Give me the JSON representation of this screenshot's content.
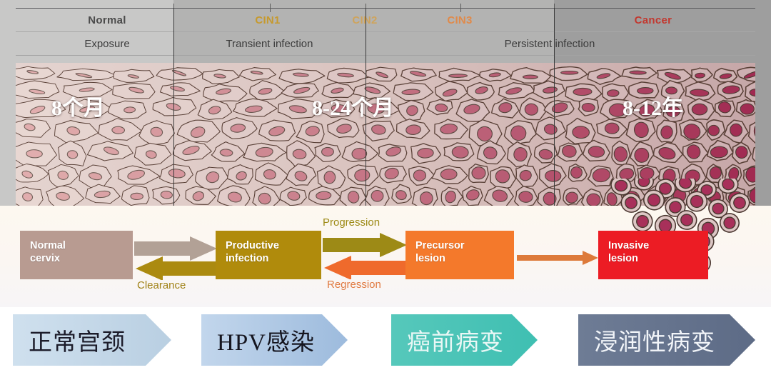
{
  "header": {
    "stages": [
      {
        "label": "Normal",
        "color": "#4b4b4b"
      },
      {
        "label": "CIN1",
        "color": "#c69a2e"
      },
      {
        "label": "CIN2",
        "color": "#cfa45c"
      },
      {
        "label": "CIN3",
        "color": "#e08a4a"
      },
      {
        "label": "Cancer",
        "color": "#c2382f"
      }
    ],
    "phases": [
      {
        "label": "Exposure"
      },
      {
        "label": "Transient infection"
      },
      {
        "label": "Persistent infection"
      }
    ]
  },
  "tissue": {
    "durations": [
      {
        "label": "8个月"
      },
      {
        "label": "8-24个月"
      },
      {
        "label": "8-12年"
      }
    ]
  },
  "flow": {
    "boxes": [
      {
        "line1": "Normal",
        "line2": "cervix",
        "color": "#b89b91"
      },
      {
        "line1": "Productive",
        "line2": "infection",
        "color": "#b08b0c"
      },
      {
        "line1": "Precursor",
        "line2": "lesion",
        "color": "#f4792b"
      },
      {
        "line1": "Invasive",
        "line2": "lesion",
        "color": "#ec1c24"
      }
    ],
    "arrow_labels": [
      {
        "label": "Clearance",
        "color": "#a08216"
      },
      {
        "label": "Progression",
        "color": "#9d8a16"
      },
      {
        "label": "Regression",
        "color": "#e07b42"
      }
    ]
  },
  "banner": {
    "steps": [
      {
        "label": "正常宫颈",
        "fill_from": "#cfe0ee",
        "fill_to": "#b9cfe2",
        "text_color": "#1c1c2a"
      },
      {
        "label": "HPV感染",
        "fill_from": "#c2d6ec",
        "fill_to": "#9dbbdd",
        "text_color": "#15151f"
      },
      {
        "label": "癌前病变",
        "fill_from": "#56c8bb",
        "fill_to": "#3fbfb2",
        "text_color": "#e9f7f5"
      },
      {
        "label": "浸润性病变",
        "fill_from": "#6e7c95",
        "fill_to": "#5d6b86",
        "text_color": "#f2f5f9"
      }
    ]
  }
}
